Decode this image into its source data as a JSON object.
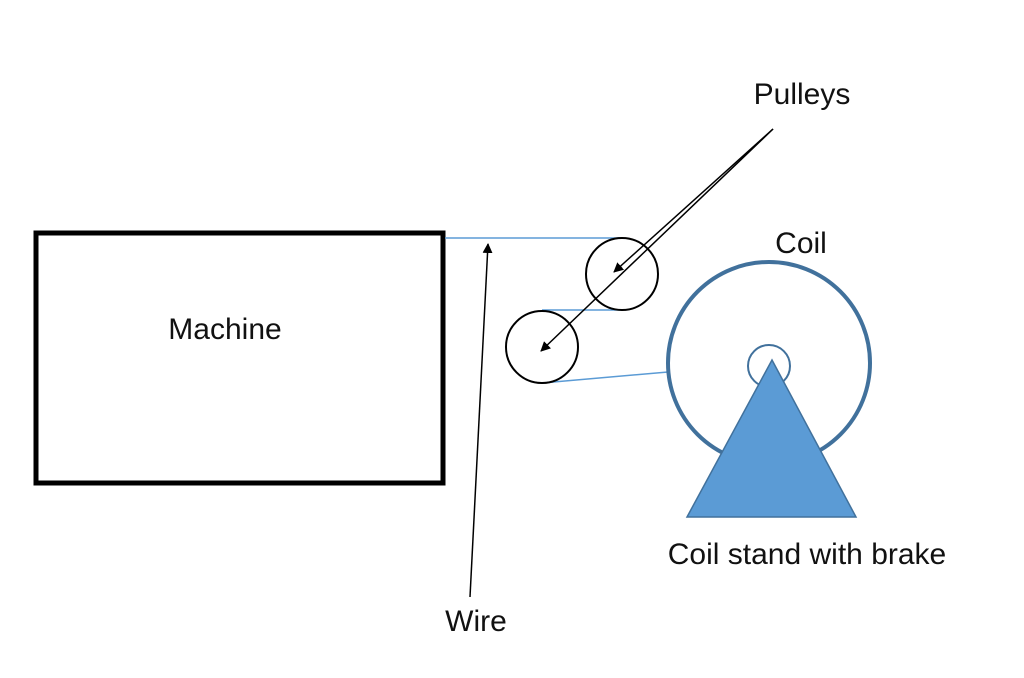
{
  "labels": {
    "machine": "Machine",
    "pulleys": "Pulleys",
    "coil": "Coil",
    "coil_stand": "Coil stand with brake",
    "wire": "Wire"
  },
  "colors": {
    "outline": "#000000",
    "wire": "#5b9bd5",
    "coil": "#41719c",
    "stand_fill": "#5b9bd5",
    "stand_edge": "#41719c",
    "text": "#111111"
  }
}
